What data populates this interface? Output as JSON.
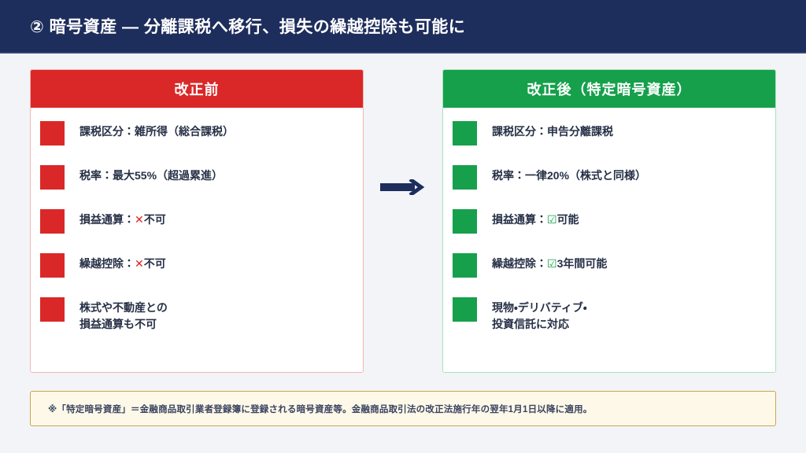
{
  "header": {
    "title": "② 暗号資産 — 分離課税へ移行、損失の繰越控除も可能に",
    "bg_color": "#1d2d5c",
    "text_color": "#ffffff"
  },
  "arrow": {
    "icon": "arrow-right-icon",
    "color": "#1d2d5c",
    "direction": "right"
  },
  "panels": {
    "before": {
      "title": "改正前",
      "accent_color": "#da2828",
      "border_color": "#f5b4b1",
      "items": [
        {
          "text": "課税区分：雑所得（総合課税）",
          "marker": "none"
        },
        {
          "text": "税率：最大55%（超過累進）",
          "marker": "none"
        },
        {
          "label": "損益通算：",
          "marker": "cross",
          "marker_glyph": "✕",
          "value": "不可"
        },
        {
          "label": "繰越控除：",
          "marker": "cross",
          "marker_glyph": "✕",
          "value": "不可"
        },
        {
          "text": "株式や不動産との\n損益通算も不可",
          "marker": "none"
        }
      ]
    },
    "after": {
      "title": "改正後（特定暗号資産）",
      "accent_color": "#16a04b",
      "border_color": "#abe2bf",
      "items": [
        {
          "text": "課税区分：申告分離課税",
          "marker": "none"
        },
        {
          "text": "税率：一律20%（株式と同様）",
          "marker": "none"
        },
        {
          "label": "損益通算：",
          "marker": "check",
          "marker_glyph": "☑",
          "value": "可能"
        },
        {
          "label": "繰越控除：",
          "marker": "check",
          "marker_glyph": "☑",
          "value": "3年間可能"
        },
        {
          "text": "現物・デリバティブ・\n投資信託に対応",
          "marker": "none"
        }
      ]
    }
  },
  "note": {
    "text": "※「特定暗号資産」＝金融商品取引業者登録簿に登録される暗号資産等。金融商品取引法の改正法施行年の翌年1月1日以降に適用。",
    "bg_color": "#fdf8e8",
    "border_color": "#c9a84c"
  }
}
